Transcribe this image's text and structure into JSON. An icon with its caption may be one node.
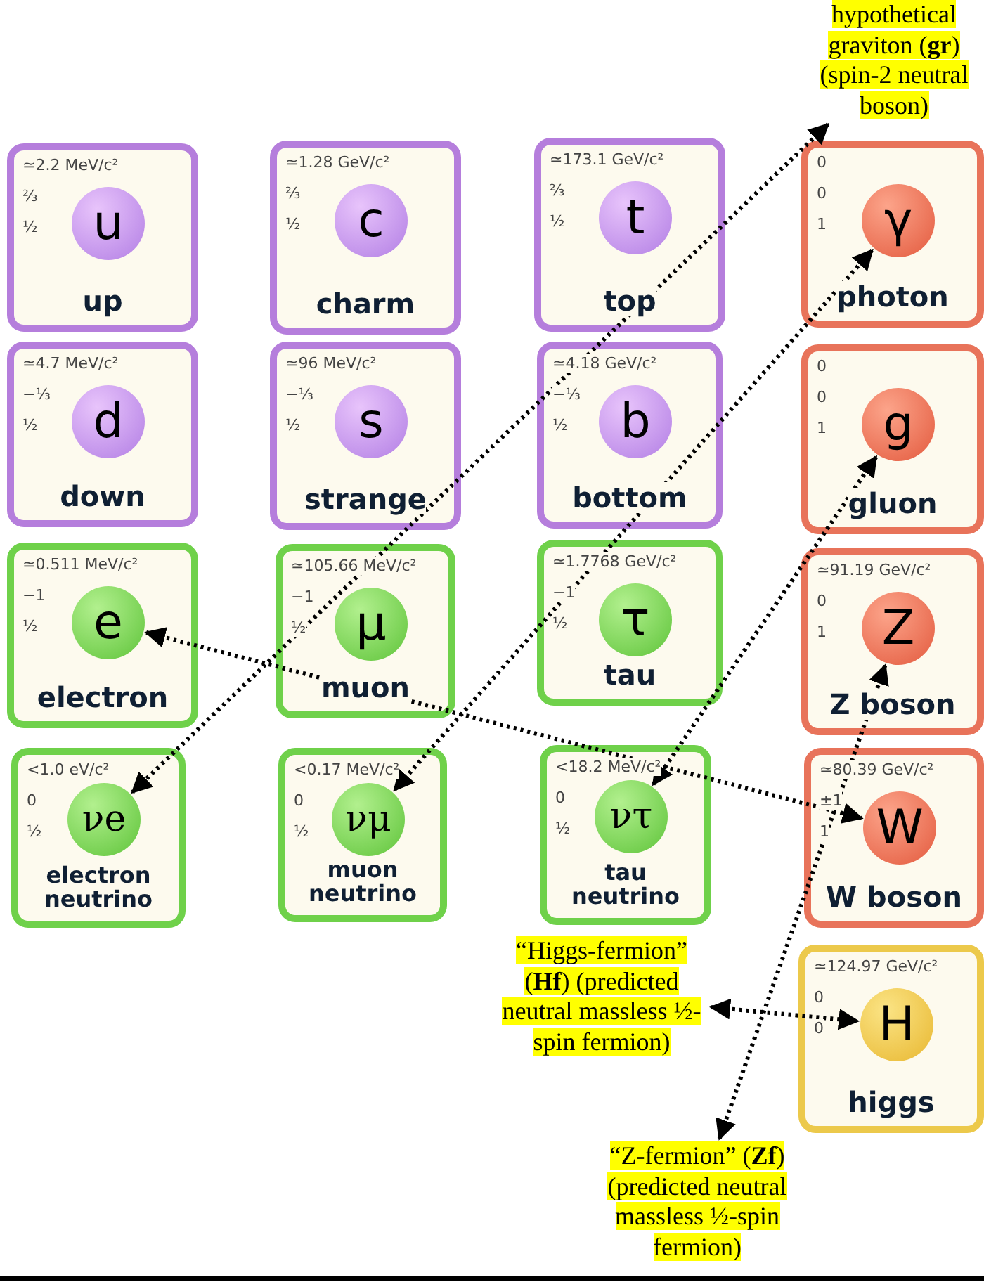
{
  "diagram": {
    "nodes": [
      {
        "text": [
          "hypothetical graviton (**gr**) (spin-2 neutral boson)"
        ]
      },
      {
        "text": [
          "≃2.2 MeV/c²",
          "⅔",
          "½",
          "up"
        ]
      },
      {
        "text": [
          "u"
        ],
        "in": 1
      },
      {
        "text": [
          "≃1.28 GeV/c²",
          "⅔",
          "½",
          "charm"
        ]
      },
      {
        "text": [
          "c"
        ],
        "in": 3
      },
      {
        "text": [
          "≃173.1 GeV/c²",
          "⅔",
          "½",
          "top"
        ]
      },
      {
        "text": [
          "t"
        ],
        "in": 5
      },
      {
        "text": [
          "0",
          "0",
          "1",
          "photon"
        ]
      },
      {
        "text": [
          "γ"
        ],
        "in": 7
      },
      {
        "text": [
          "≃4.7 MeV/c²",
          "−⅓",
          "½",
          "down"
        ]
      },
      {
        "text": [
          "d"
        ],
        "in": 9
      },
      {
        "text": [
          "≃96 MeV/c²",
          "−⅓",
          "½",
          "strange"
        ]
      },
      {
        "text": [
          "s"
        ],
        "in": 11
      },
      {
        "text": [
          "≃4.18 GeV/c²",
          "−⅓",
          "½",
          "bottom"
        ]
      },
      {
        "text": [
          "b"
        ],
        "in": 13
      },
      {
        "text": [
          "0",
          "0",
          "1",
          "gluon"
        ]
      },
      {
        "text": [
          "g"
        ],
        "in": 15
      },
      {
        "text": [
          "≃0.511 MeV/c²",
          "−1",
          "½",
          "electron"
        ]
      },
      {
        "text": [
          "e"
        ],
        "in": 17
      },
      {
        "text": [
          "≃105.66 MeV/c²",
          "−1",
          "½",
          "muon"
        ]
      },
      {
        "text": [
          "μ"
        ],
        "in": 19
      },
      {
        "text": [
          "≃1.7768 GeV/c²",
          "−1",
          "½",
          "tau"
        ]
      },
      {
        "text": [
          "τ"
        ],
        "in": 21
      },
      {
        "text": [
          "≃91.19 GeV/c²",
          "0",
          "1",
          "Z boson"
        ]
      },
      {
        "text": [
          "Z"
        ],
        "in": 23
      },
      {
        "text": [
          "<1.0 eV/c²",
          "0",
          "½",
          "electron neutrino"
        ]
      },
      {
        "text": [
          "νe"
        ],
        "in": 25
      },
      {
        "text": [
          "<0.17 MeV/c²",
          "0",
          "½",
          "muon neutrino"
        ]
      },
      {
        "text": [
          "νμ"
        ],
        "in": 27
      },
      {
        "text": [
          "<18.2 MeV/c²",
          "0",
          "½",
          "tau neutrino"
        ]
      },
      {
        "text": [
          "ντ"
        ],
        "in": 29
      },
      {
        "text": [
          "≃80.39 GeV/c²",
          "±1",
          "1",
          "W boson"
        ]
      },
      {
        "text": [
          "W"
        ],
        "in": 31
      },
      {
        "text": [
          "≃124.97 GeV/c²",
          "0",
          "0",
          "higgs"
        ]
      },
      {
        "text": [
          "H"
        ],
        "in": 33
      },
      {
        "text": [
          "“Higgs-fermion” (**Hf**) (predicted neutral massless ½-spin fermion)"
        ]
      },
      {
        "text": [
          "“Z-fermion” (**Zf**) (predicted neutral massless ½-spin fermion)"
        ]
      }
    ],
    "edges": [
      {
        "from": 0,
        "to": 26,
        "arrow": "both"
      },
      {
        "from": 8,
        "to": 28,
        "arrow": "both"
      },
      {
        "from": 18,
        "to": 32,
        "arrow": "both"
      },
      {
        "from": 16,
        "to": 30,
        "arrow": "both"
      },
      {
        "from": 24,
        "to": 36,
        "arrow": "both"
      },
      {
        "from": 35,
        "to": 34,
        "arrow": "both"
      }
    ]
  }
}
